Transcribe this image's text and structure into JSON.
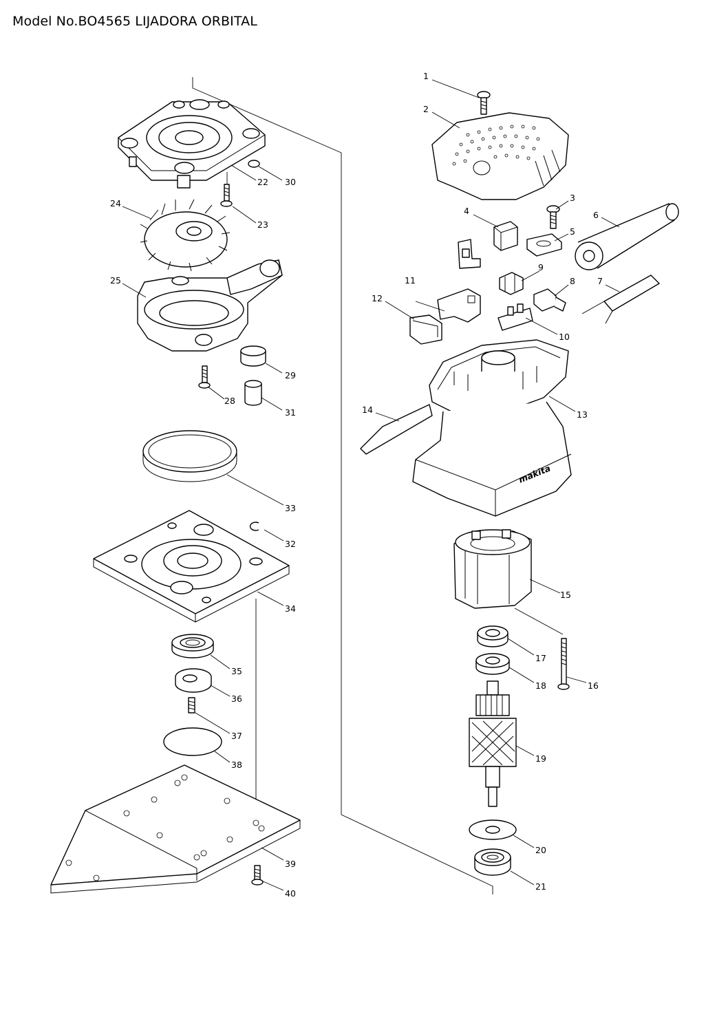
{
  "title": "Model No.BO4565 LIJADORA ORBITAL",
  "parts": [
    {
      "id": "p1",
      "label": "1"
    },
    {
      "id": "p2",
      "label": "2"
    },
    {
      "id": "p3",
      "label": "3"
    },
    {
      "id": "p4",
      "label": "4"
    },
    {
      "id": "p5",
      "label": "5"
    },
    {
      "id": "p6",
      "label": "6"
    },
    {
      "id": "p7",
      "label": "7"
    },
    {
      "id": "p8",
      "label": "8"
    },
    {
      "id": "p9",
      "label": "9"
    },
    {
      "id": "p10",
      "label": "10"
    },
    {
      "id": "p11",
      "label": "11"
    },
    {
      "id": "p12",
      "label": "12"
    },
    {
      "id": "p13",
      "label": "13"
    },
    {
      "id": "p14",
      "label": "14"
    },
    {
      "id": "p15",
      "label": "15"
    },
    {
      "id": "p16",
      "label": "16"
    },
    {
      "id": "p17",
      "label": "17"
    },
    {
      "id": "p18",
      "label": "18"
    },
    {
      "id": "p19",
      "label": "19"
    },
    {
      "id": "p20",
      "label": "20"
    },
    {
      "id": "p21",
      "label": "21"
    },
    {
      "id": "p22",
      "label": "22"
    },
    {
      "id": "p23",
      "label": "23"
    },
    {
      "id": "p24",
      "label": "24"
    },
    {
      "id": "p25",
      "label": "25"
    },
    {
      "id": "p28",
      "label": "28"
    },
    {
      "id": "p29",
      "label": "29"
    },
    {
      "id": "p30",
      "label": "30"
    },
    {
      "id": "p31",
      "label": "31"
    },
    {
      "id": "p32",
      "label": "32"
    },
    {
      "id": "p33",
      "label": "33"
    },
    {
      "id": "p34",
      "label": "34"
    },
    {
      "id": "p35",
      "label": "35"
    },
    {
      "id": "p36",
      "label": "36"
    },
    {
      "id": "p37",
      "label": "37"
    },
    {
      "id": "p38",
      "label": "38"
    },
    {
      "id": "p39",
      "label": "39"
    },
    {
      "id": "p40",
      "label": "40"
    }
  ],
  "brand_logo_text": "makita"
}
